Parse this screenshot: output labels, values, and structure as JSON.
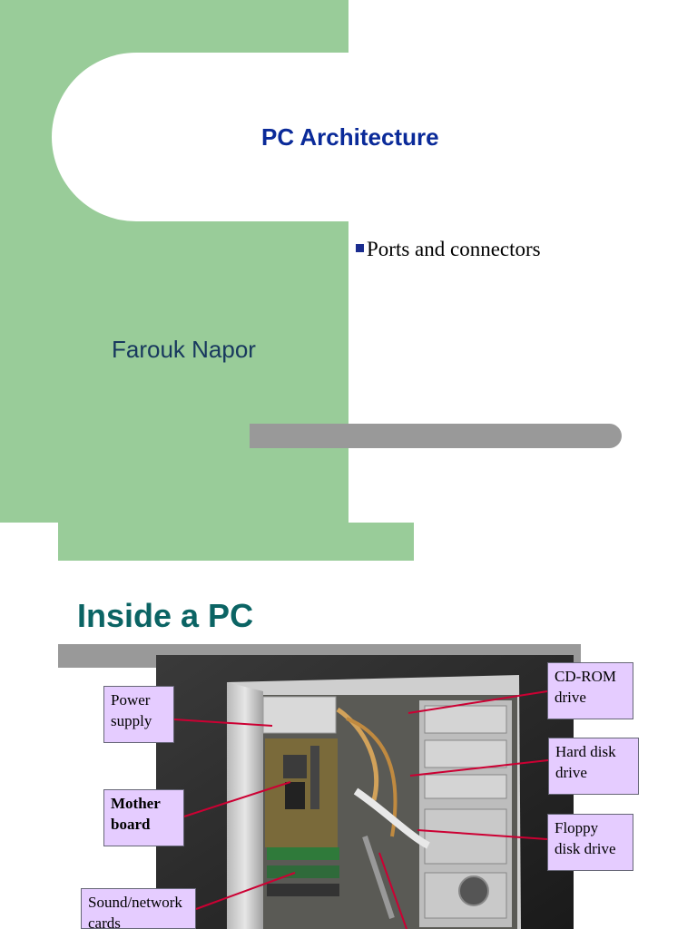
{
  "slide1": {
    "title": "PC Architecture",
    "bullets": [
      "Ports and connectors"
    ],
    "author": "Farouk Napor"
  },
  "slide2": {
    "title": "Inside a PC",
    "labels": {
      "power_supply": "Power supply",
      "motherboard": "Mother board",
      "sound_network": "Sound/network cards",
      "cdrom": "CD-ROM drive",
      "hard_disk": "Hard disk drive",
      "floppy": "Floppy disk drive"
    }
  },
  "colors": {
    "green_band": "#99cc99",
    "title_blue": "#0a2a99",
    "title_teal": "#0b6464",
    "bar_gray": "#999999",
    "label_bg": "#e5ccff",
    "leader_line": "#cc0033"
  }
}
